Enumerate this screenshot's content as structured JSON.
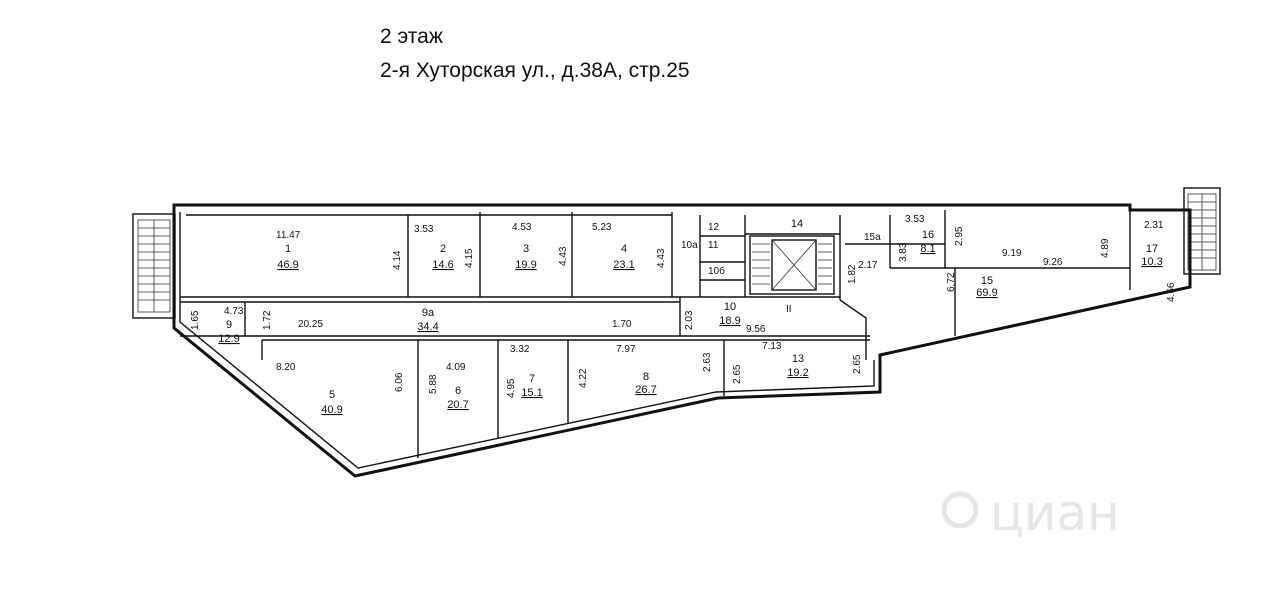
{
  "header": {
    "floor": "2 этаж",
    "address": "2-я Хуторская ул., д.38А, стр.25"
  },
  "rooms": [
    {
      "id": "r1",
      "num": "1",
      "area": "46.9"
    },
    {
      "id": "r2",
      "num": "2",
      "area": "14.6"
    },
    {
      "id": "r3",
      "num": "3",
      "area": "19.9"
    },
    {
      "id": "r4",
      "num": "4",
      "area": "23.1"
    },
    {
      "id": "r5",
      "num": "5",
      "area": "40.9"
    },
    {
      "id": "r6",
      "num": "6",
      "area": "20.7"
    },
    {
      "id": "r7",
      "num": "7",
      "area": "15.1"
    },
    {
      "id": "r8",
      "num": "8",
      "area": "26.7"
    },
    {
      "id": "r9",
      "num": "9",
      "area": "12.9"
    },
    {
      "id": "r9a",
      "num": "9а",
      "area": "34.4"
    },
    {
      "id": "r10",
      "num": "10",
      "area": "18.9"
    },
    {
      "id": "r13",
      "num": "13",
      "area": "19.2"
    },
    {
      "id": "r15",
      "num": "15",
      "area": "69.9"
    },
    {
      "id": "r16",
      "num": "16",
      "area": "8.1"
    },
    {
      "id": "r17",
      "num": "17",
      "area": "10.3"
    }
  ],
  "small_rooms": {
    "r10a": "10а",
    "r10b": "10б",
    "r11": "11",
    "r12": "12",
    "r14": "14",
    "r15a": "15а",
    "stair_mark": "II"
  },
  "dimensions": {
    "d1": "11.47",
    "d2": "4.14",
    "d3": "3.53",
    "d4": "4.15",
    "d5": "4.53",
    "d6": "4.43",
    "d7": "5.23",
    "d8": "4.43",
    "d9": "3.53",
    "d10": "3.83",
    "d11": "2.95",
    "d12": "9.19",
    "d13": "9.26",
    "d14": "4.89",
    "d15": "2.31",
    "d16": "4.66",
    "d17": "6.72",
    "d18": "2.17",
    "d19": "1.82",
    "d20": "4.73",
    "d21": "1.65",
    "d22": "1.72",
    "d23": "20.25",
    "d24": "1.70",
    "d25": "2.03",
    "d26": "9.56",
    "d27": "8.20",
    "d28": "6.06",
    "d29": "4.09",
    "d30": "5.88",
    "d31": "3.32",
    "d32": "4.95",
    "d33": "7.97",
    "d34": "4.22",
    "d35": "2.63",
    "d36": "7.13",
    "d37": "2.65",
    "d38": "2.65"
  },
  "watermark": "циан"
}
